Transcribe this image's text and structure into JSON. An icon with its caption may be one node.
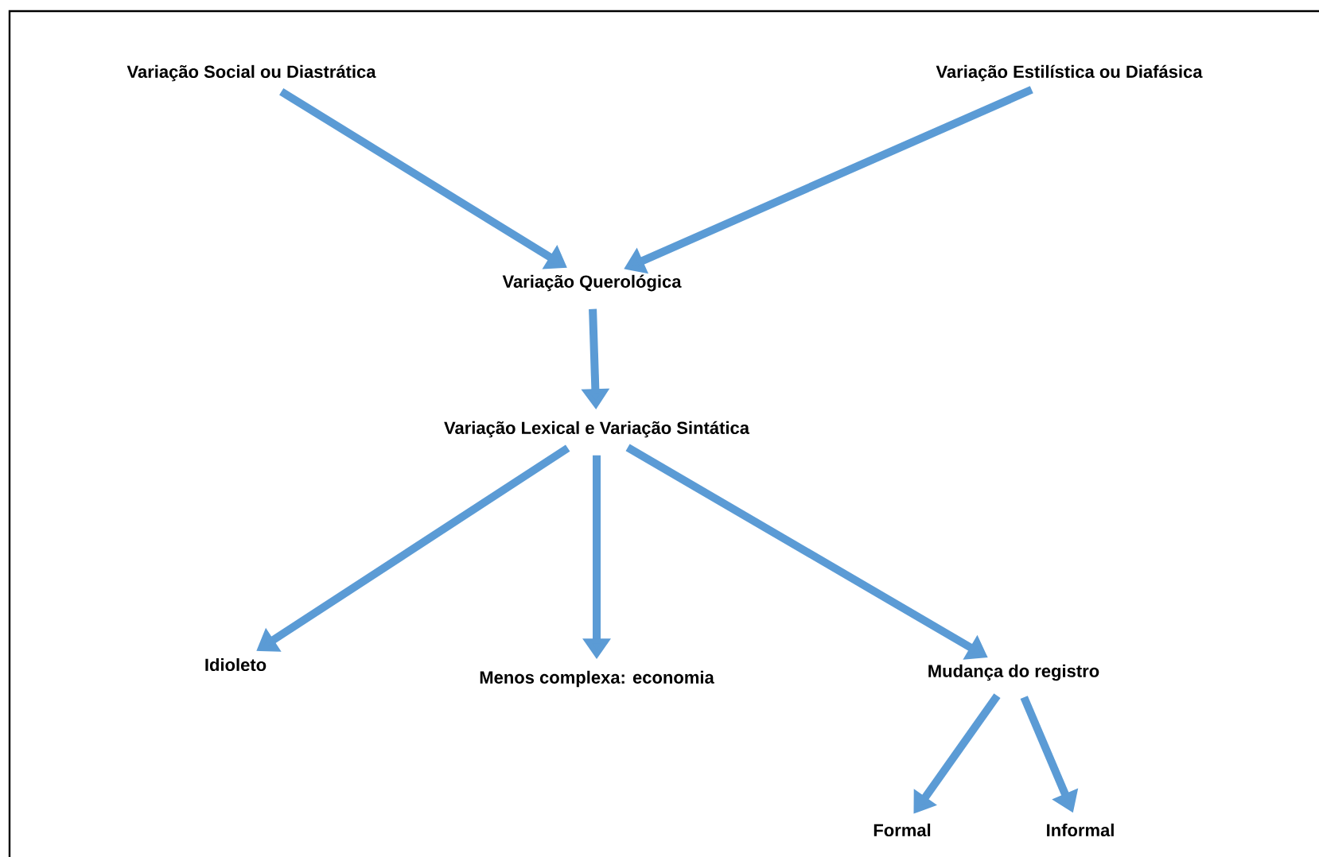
{
  "diagram": {
    "nodes": [
      {
        "text": [
          "Variação Social ou Diastrática"
        ]
      },
      {
        "text": [
          "Variação Estilística ou Diafásica"
        ]
      },
      {
        "text": [
          "Variação Querológica"
        ]
      },
      {
        "text": [
          "Variação Lexical e Variação Sintática"
        ]
      },
      {
        "text": [
          "Idioleto"
        ]
      },
      {
        "text": [
          "Menos complexa: economia"
        ]
      },
      {
        "text": [
          "Mudança do registro"
        ]
      },
      {
        "text": [
          "Formal"
        ]
      },
      {
        "text": [
          "Informal"
        ]
      }
    ],
    "edges": [
      {
        "from": 0,
        "to": 2,
        "arrow": "to"
      },
      {
        "from": 1,
        "to": 2,
        "arrow": "to"
      },
      {
        "from": 2,
        "to": 3,
        "arrow": "to"
      },
      {
        "from": 3,
        "to": 4,
        "arrow": "to"
      },
      {
        "from": 3,
        "to": 5,
        "arrow": "to"
      },
      {
        "from": 3,
        "to": 6,
        "arrow": "to"
      },
      {
        "from": 6,
        "to": 7,
        "arrow": "to"
      },
      {
        "from": 6,
        "to": 8,
        "arrow": "to"
      }
    ]
  }
}
